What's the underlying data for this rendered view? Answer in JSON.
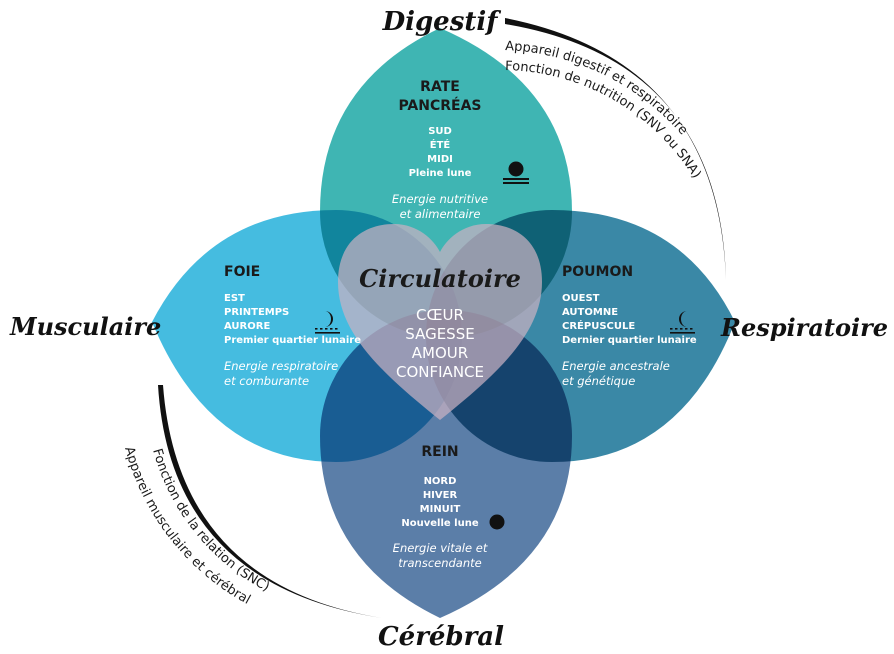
{
  "colors": {
    "top": "#3fb5b3",
    "left": "#45bce0",
    "right": "#3a88a6",
    "bottom": "#5b7ea8",
    "heart": "#c9b2c2"
  },
  "systems": {
    "top": "Digestif",
    "left": "Musculaire",
    "right": "Respiratoire",
    "bottom": "Cérébral"
  },
  "arcs": {
    "top_right_line1": "Appareil digestif et respiratoire",
    "top_right_line2": "Fonction de nutrition (SNV ou SNA)",
    "bottom_left_line1": "Fonction de la relation (SNC)",
    "bottom_left_line2": "Appareil musculaire et cérébral"
  },
  "petals": {
    "top": {
      "organ_line1": "RATE",
      "organ_line2": "PANCRÉAS",
      "direction": "SUD",
      "season": "ÉTÉ",
      "time": "MIDI",
      "moon": "Pleine lune",
      "moon_icon": "full-moon-horizon-icon",
      "energy_line1": "Energie nutritive",
      "energy_line2": "et alimentaire"
    },
    "left": {
      "organ": "FOIE",
      "direction": "EST",
      "season": "PRINTEMPS",
      "time": "AURORE",
      "moon": "Premier quartier lunaire",
      "moon_icon": "first-quarter-moon-icon",
      "energy_line1": "Energie respiratoire",
      "energy_line2": "et comburante"
    },
    "right": {
      "organ": "POUMON",
      "direction": "OUEST",
      "season": "AUTOMNE",
      "time": "CRÉPUSCULE",
      "moon": "Dernier quartier lunaire",
      "moon_icon": "last-quarter-moon-icon",
      "energy_line1": "Energie ancestrale",
      "energy_line2": "et génétique"
    },
    "bottom": {
      "organ": "REIN",
      "direction": "NORD",
      "season": "HIVER",
      "time": "MINUIT",
      "moon": "Nouvelle lune",
      "moon_icon": "new-moon-icon",
      "energy_line1": "Energie vitale et",
      "energy_line2": "transcendante"
    }
  },
  "center": {
    "title": "Circulatoire",
    "values": [
      "CŒUR",
      "SAGESSE",
      "AMOUR",
      "CONFIANCE"
    ]
  }
}
